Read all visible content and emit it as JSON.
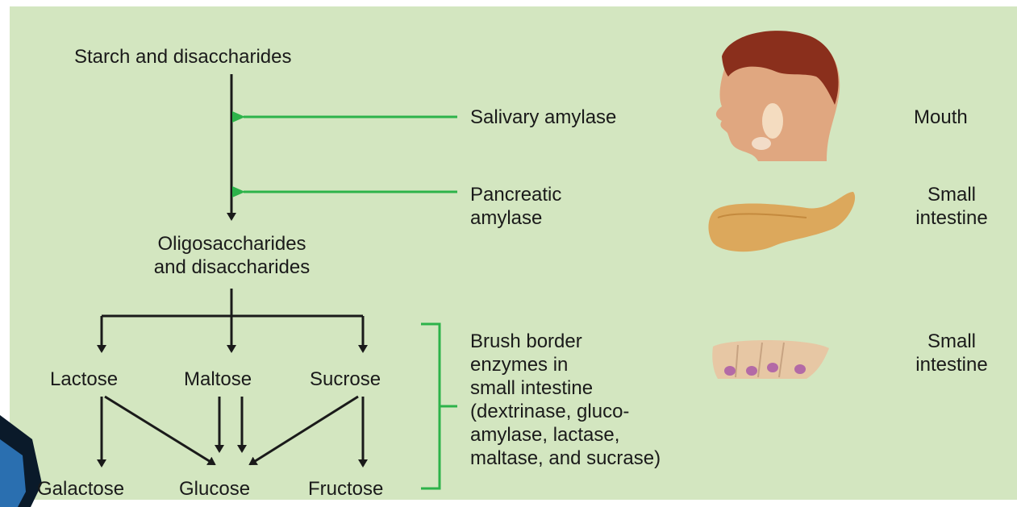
{
  "diagram": {
    "start": "Starch and disaccharides",
    "intermediate": "Oligosaccharides\nand disaccharides",
    "disaccharides": [
      "Lactose",
      "Maltose",
      "Sucrose"
    ],
    "monosaccharides": [
      "Galactose",
      "Glucose",
      "Fructose"
    ]
  },
  "enzymes": {
    "salivary": "Salivary amylase",
    "pancreatic": "Pancreatic\namylase",
    "brush_border": "Brush border\nenzymes in\nsmall intestine\n(dextrinase, gluco-\namylase, lactase,\nmaltase, and sucrase)"
  },
  "locations": {
    "mouth": "Mouth",
    "small_intestine_1": "Small\nintestine",
    "small_intestine_2": "Small\nintestine"
  },
  "icons": {
    "head": "head-illustration-icon",
    "pancreas": "pancreas-illustration-icon",
    "cells": "intestinal-cells-illustration-icon"
  },
  "colors": {
    "background": "#d3e6c0",
    "pathway_arrow": "#1a1a1a",
    "enzyme_arrow": "#2db34a",
    "bracket": "#2db34a"
  }
}
